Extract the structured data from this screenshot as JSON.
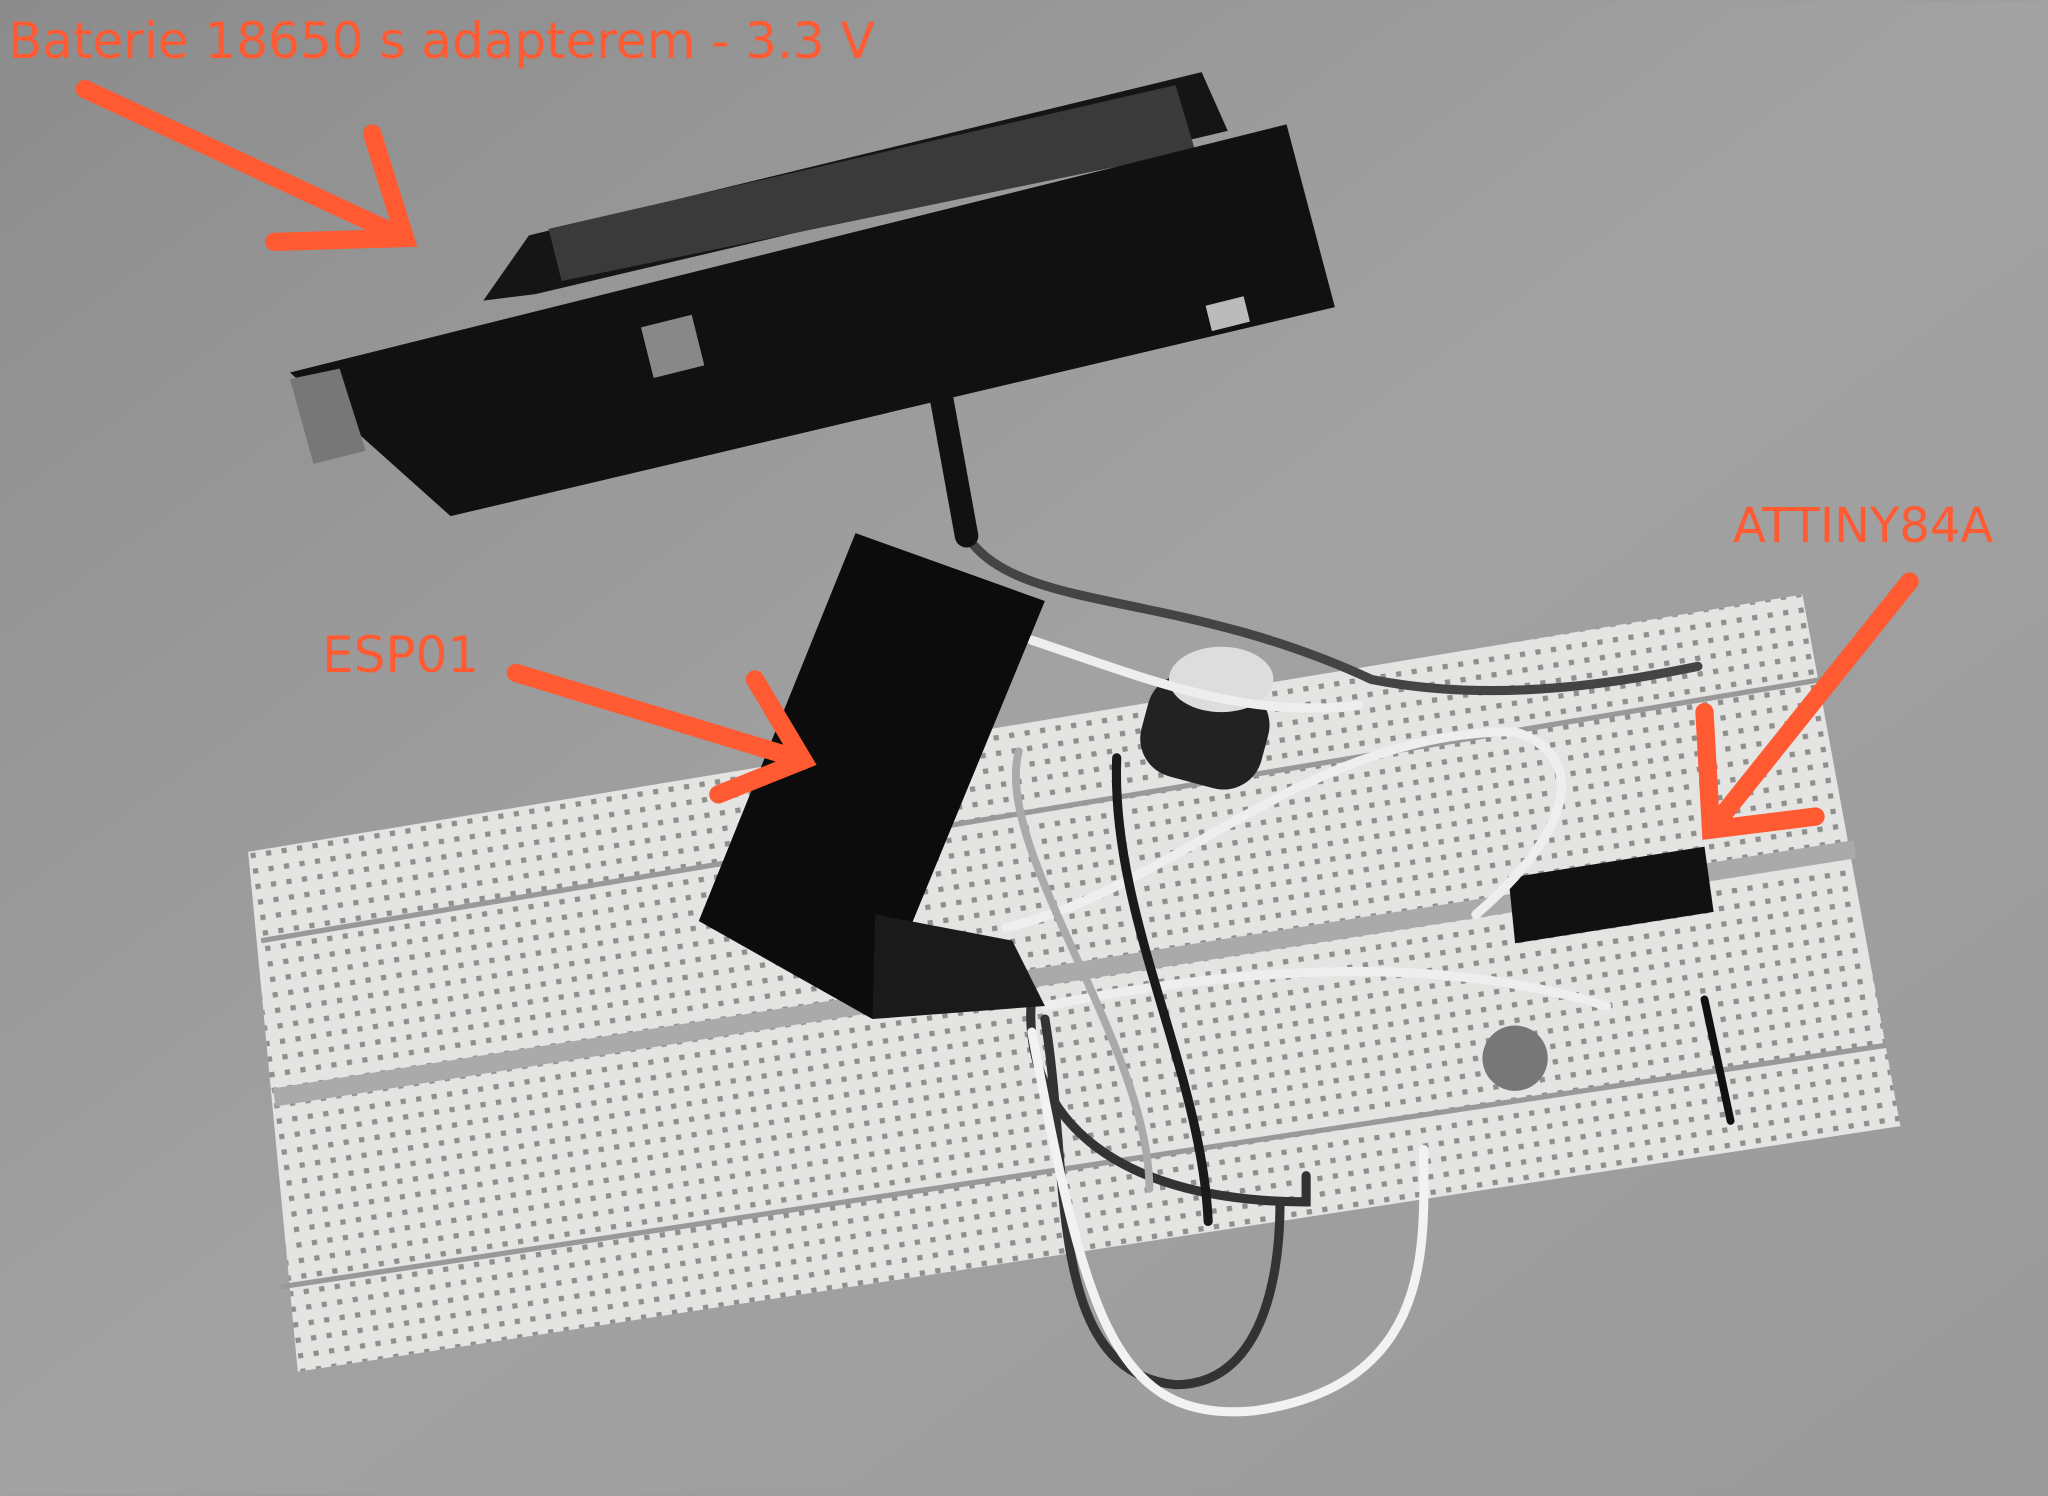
{
  "annotations": {
    "battery": "Baterie 18650 s adapterem - 3.3 V",
    "esp": "ESP01",
    "attiny": "ATTINY84A"
  },
  "colors": {
    "annotation": "#ff5a32",
    "background": "#8f8f8f",
    "breadboard": "#e4e4e2",
    "board": "#111111"
  }
}
